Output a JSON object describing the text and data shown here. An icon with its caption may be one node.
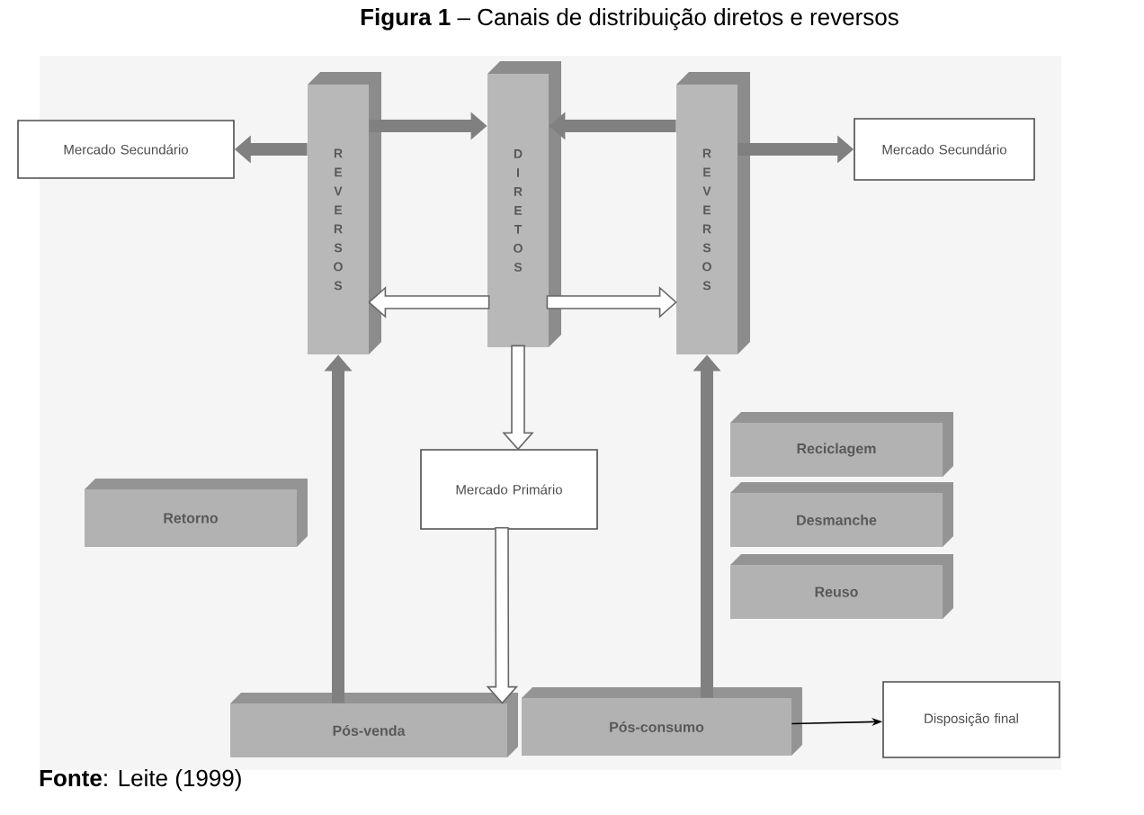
{
  "diagram": {
    "title": "**Figura 1** – Canais de distribuição diretos e reversos",
    "caption": "**Fonte**: Leite (1999)",
    "nodes": [
      {
        "text": [
          "Mercado Secundário"
        ]
      },
      {
        "text": [
          "REVERSOS"
        ]
      },
      {
        "text": [
          "DIRETOS"
        ]
      },
      {
        "text": [
          "REVERSOS"
        ]
      },
      {
        "text": [
          "Mercado Secundário"
        ]
      },
      {
        "text": [
          "Retorno"
        ]
      },
      {
        "text": [
          "Mercado Primário"
        ]
      },
      {
        "text": [
          "Reciclagem"
        ]
      },
      {
        "text": [
          "Desmanche"
        ]
      },
      {
        "text": [
          "Reuso"
        ]
      },
      {
        "text": [
          "Pós-venda"
        ]
      },
      {
        "text": [
          "Pós-consumo"
        ]
      },
      {
        "text": [
          "Disposição final"
        ]
      }
    ],
    "edges": [
      {
        "from": 1,
        "to": 0,
        "arrow": "to"
      },
      {
        "from": 1,
        "to": 2,
        "arrow": "to"
      },
      {
        "from": 3,
        "to": 2,
        "arrow": "to"
      },
      {
        "from": 3,
        "to": 4,
        "arrow": "to"
      },
      {
        "from": 2,
        "to": 1,
        "arrow": "to",
        "color": "#ffffff"
      },
      {
        "from": 2,
        "to": 3,
        "arrow": "to",
        "color": "#ffffff"
      },
      {
        "from": 2,
        "to": 6,
        "arrow": "to",
        "color": "#ffffff"
      },
      {
        "from": 6,
        "to": 10,
        "arrow": "to",
        "color": "#ffffff"
      },
      {
        "from": 10,
        "to": 1,
        "arrow": "to"
      },
      {
        "from": 11,
        "to": 3,
        "arrow": "to"
      },
      {
        "from": 11,
        "to": 12,
        "arrow": "to",
        "color": "#000000"
      }
    ]
  }
}
